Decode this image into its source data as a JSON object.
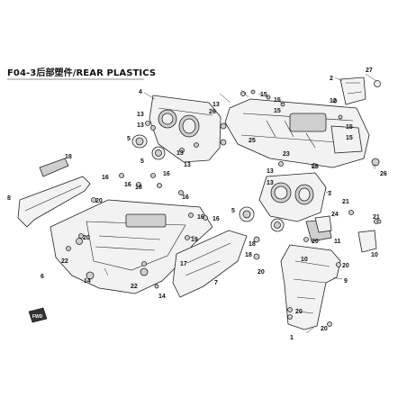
{
  "diagram": {
    "title": "F04-3后部塑件/REAR PLASTICS",
    "callouts": [
      {
        "id": "c1",
        "text": "1"
      },
      {
        "id": "c2",
        "text": "2"
      },
      {
        "id": "c3",
        "text": "3"
      },
      {
        "id": "c4",
        "text": "4"
      },
      {
        "id": "c5a",
        "text": "5"
      },
      {
        "id": "c5b",
        "text": "5"
      },
      {
        "id": "c5c",
        "text": "5"
      },
      {
        "id": "c6",
        "text": "6"
      },
      {
        "id": "c7",
        "text": "7"
      },
      {
        "id": "c8",
        "text": "8"
      },
      {
        "id": "c9",
        "text": "9"
      },
      {
        "id": "c10a",
        "text": "10"
      },
      {
        "id": "c10b",
        "text": "10"
      },
      {
        "id": "c11",
        "text": "11"
      },
      {
        "id": "c12",
        "text": "12"
      },
      {
        "id": "c13a",
        "text": "13"
      },
      {
        "id": "c13b",
        "text": "13"
      },
      {
        "id": "c13c",
        "text": "13"
      },
      {
        "id": "c13d",
        "text": "13"
      },
      {
        "id": "c13e",
        "text": "13"
      },
      {
        "id": "c13f",
        "text": "13"
      },
      {
        "id": "c13g",
        "text": "13"
      },
      {
        "id": "c14a",
        "text": "14"
      },
      {
        "id": "c14b",
        "text": "14"
      },
      {
        "id": "c15a",
        "text": "15"
      },
      {
        "id": "c15b",
        "text": "15"
      },
      {
        "id": "c15c",
        "text": "15"
      },
      {
        "id": "c15d",
        "text": "15"
      },
      {
        "id": "c15e",
        "text": "15"
      },
      {
        "id": "c16a",
        "text": "16"
      },
      {
        "id": "c16b",
        "text": "16"
      },
      {
        "id": "c16c",
        "text": "16"
      },
      {
        "id": "c16d",
        "text": "16"
      },
      {
        "id": "c16e",
        "text": "16"
      },
      {
        "id": "c16f",
        "text": "16"
      },
      {
        "id": "c17",
        "text": "17"
      },
      {
        "id": "c18a",
        "text": "18"
      },
      {
        "id": "c18b",
        "text": "18"
      },
      {
        "id": "c18c",
        "text": "18"
      },
      {
        "id": "c18d",
        "text": "18"
      },
      {
        "id": "c19",
        "text": "19"
      },
      {
        "id": "c20a",
        "text": "20"
      },
      {
        "id": "c20b",
        "text": "20"
      },
      {
        "id": "c20c",
        "text": "20"
      },
      {
        "id": "c20d",
        "text": "20"
      },
      {
        "id": "c20e",
        "text": "20"
      },
      {
        "id": "c20f",
        "text": "20"
      },
      {
        "id": "c20g",
        "text": "20"
      },
      {
        "id": "c21a",
        "text": "21"
      },
      {
        "id": "c21b",
        "text": "21"
      },
      {
        "id": "c22a",
        "text": "22"
      },
      {
        "id": "c22b",
        "text": "22"
      },
      {
        "id": "c23",
        "text": "23"
      },
      {
        "id": "c24",
        "text": "24"
      },
      {
        "id": "c25a",
        "text": "25"
      },
      {
        "id": "c25b",
        "text": "25"
      },
      {
        "id": "c26a",
        "text": "26"
      },
      {
        "id": "c26b",
        "text": "26"
      },
      {
        "id": "c27",
        "text": "27"
      }
    ],
    "badge": "FWD"
  }
}
